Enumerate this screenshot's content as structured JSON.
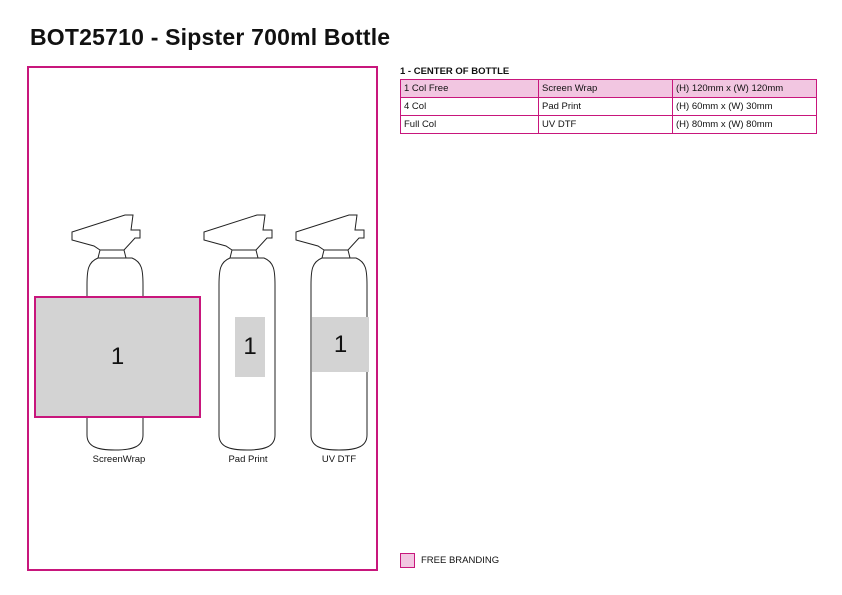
{
  "title": "BOT25710 - Sipster 700ml Bottle",
  "views": [
    {
      "label": "ScreenWrap",
      "area_label": "1"
    },
    {
      "label": "Pad Print",
      "area_label": "1"
    },
    {
      "label": "UV DTF",
      "area_label": "1"
    }
  ],
  "section_heading": "1 - CENTER OF BOTTLE",
  "table": {
    "rows": [
      {
        "option": "1 Col Free",
        "method": "Screen Wrap",
        "size": "(H) 120mm x (W) 120mm",
        "free": true
      },
      {
        "option": "4 Col",
        "method": "Pad Print",
        "size": "(H) 60mm x (W) 30mm",
        "free": false
      },
      {
        "option": "Full Col",
        "method": "UV DTF",
        "size": "(H) 80mm x (W) 80mm",
        "free": false
      }
    ]
  },
  "legend": {
    "label": "FREE BRANDING"
  },
  "colors": {
    "accent": "#c8167c",
    "free_fill": "#f2c6e1",
    "print_area": "#d3d3d3"
  }
}
